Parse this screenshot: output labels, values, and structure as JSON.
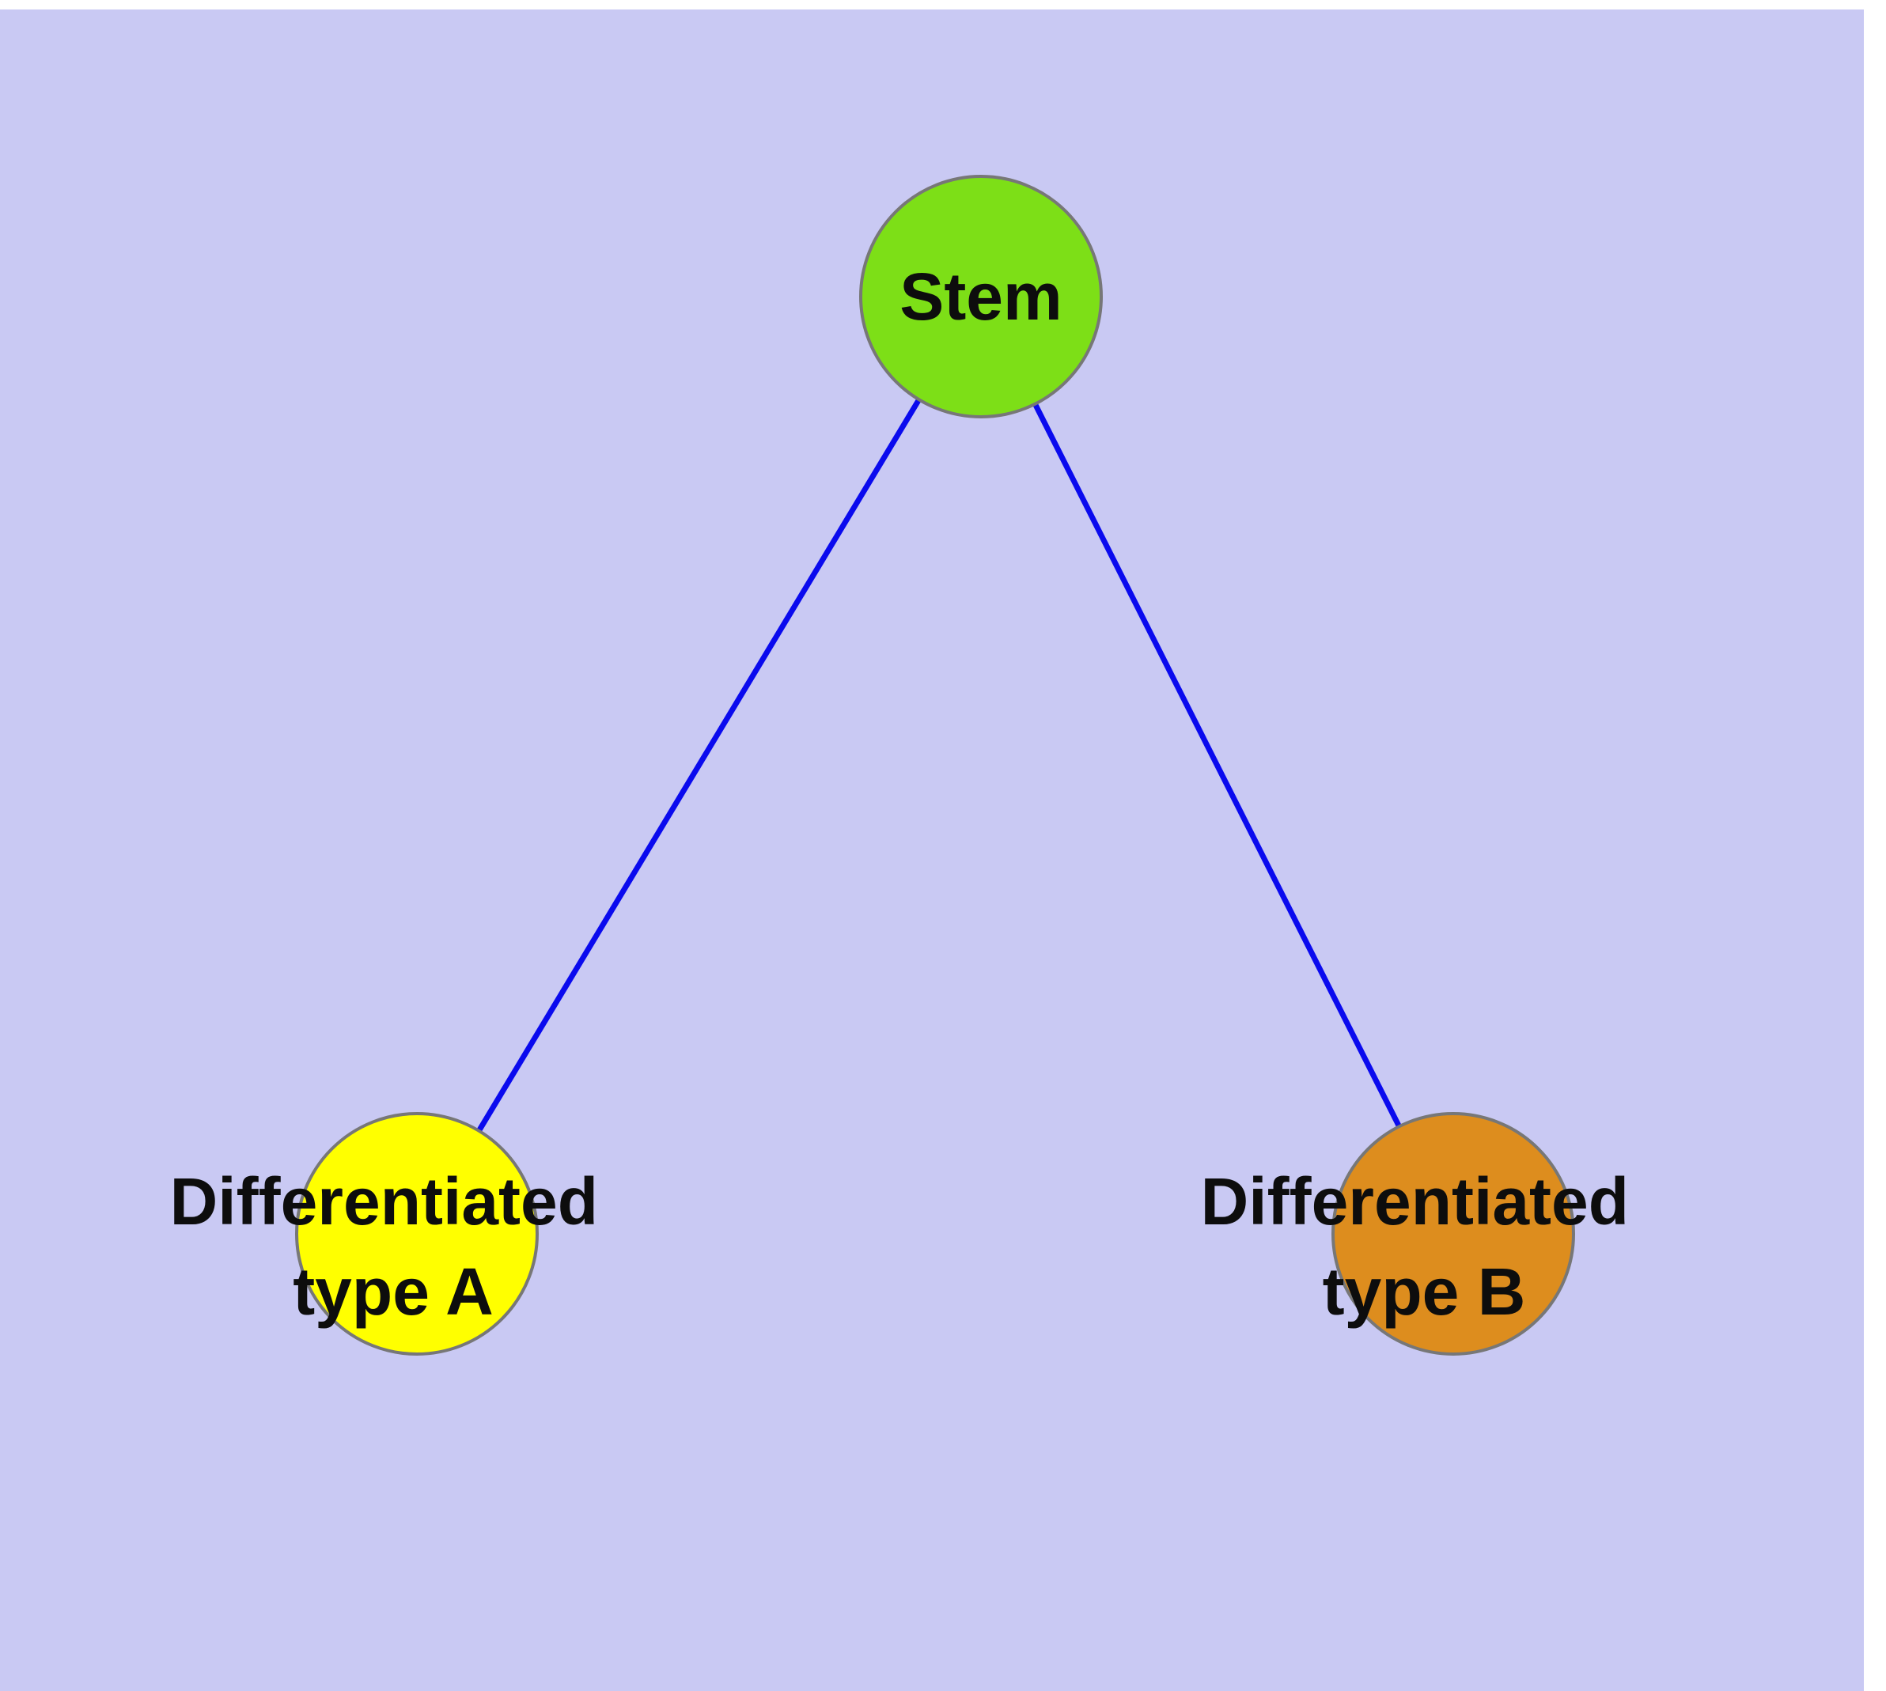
{
  "diagram": {
    "background_color": "#c9c9f3",
    "page_margin_color": "#ffffff",
    "edge_color": "#0a0aee",
    "node_border_color": "#777777",
    "label_color": "#0d0d0d",
    "nodes": [
      {
        "id": "stem",
        "label_lines": [
          "Stem",
          ""
        ],
        "color": "#7ddf17"
      },
      {
        "id": "diff-a",
        "label_lines": [
          "Differentiated",
          "type A"
        ],
        "color": "#ffff00"
      },
      {
        "id": "diff-b",
        "label_lines": [
          "Differentiated",
          "type B"
        ],
        "color": "#dd8d1e"
      }
    ],
    "edges": [
      {
        "from": "stem",
        "to": "diff-a"
      },
      {
        "from": "stem",
        "to": "diff-b"
      }
    ]
  }
}
